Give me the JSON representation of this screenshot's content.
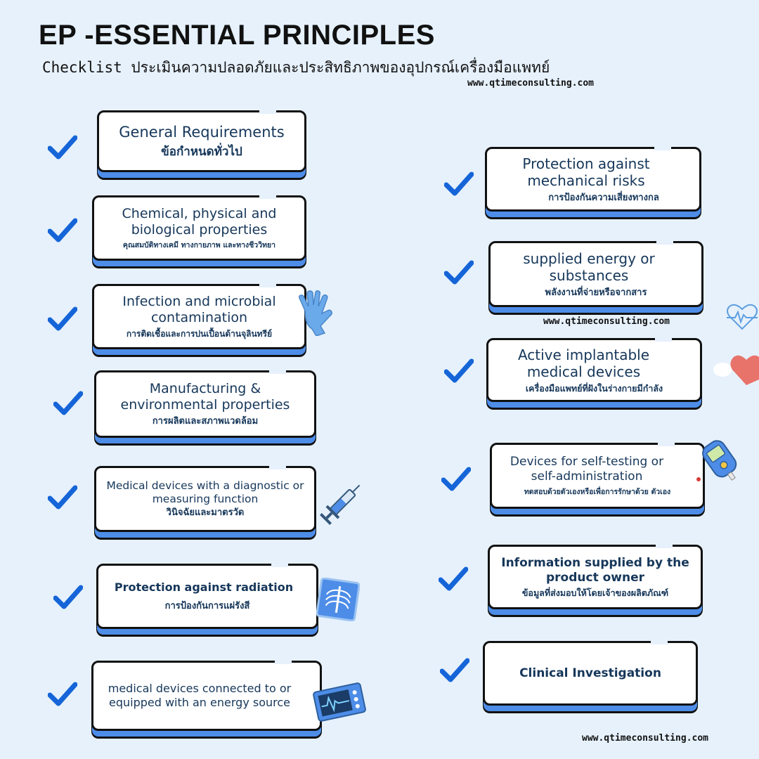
{
  "header": {
    "title": "EP -ESSENTIAL PRINCIPLES",
    "subtitle": "Checklist ประเมินความปลอดภัยและประสิทธิภาพของอุปกรณ์เครื่องมือแพทย์"
  },
  "urls": {
    "top": "www.qtimeconsulting.com",
    "middle": "www.qtimeconsulting.com",
    "bottom": "www.qtimeconsulting.com"
  },
  "left_items": [
    {
      "en": "General Requirements",
      "th": "ข้อกำหนดทั่วไป"
    },
    {
      "en": "Chemical, physical and biological properties",
      "th": "คุณสมบัติทางเคมี ทางกายภาพ และทางชีววิทยา"
    },
    {
      "en": "Infection and microbial contamination",
      "th": "การติดเชื้อและการปนเปื้อนด้านจุลินทรีย์"
    },
    {
      "en": "Manufacturing & environmental properties",
      "th": "การผลิตและสภาพแวดล้อม"
    },
    {
      "en": "Medical devices with a diagnostic or measuring function",
      "th": "วินิจฉัยและมาตรวัด"
    },
    {
      "en": "Protection against radiation",
      "th": "การป้องกันการแผ่รังสี"
    },
    {
      "en": "medical devices connected to or equipped with an energy source",
      "th": ""
    }
  ],
  "right_items": [
    {
      "en": "Protection against mechanical risks",
      "th": "การป้องกันความเสี่ยงทางกล"
    },
    {
      "en": "supplied energy or substances",
      "th": "พลังงานที่จ่ายหรือจากสาร"
    },
    {
      "en": "Active implantable medical devices",
      "th": "เครื่องมือแพทย์ที่ฝังในร่างกายมีกำลัง"
    },
    {
      "en": "Devices for self-testing or self-administration",
      "th": "ทดสอบด้วยตัวเองหรือเพื่อการรักษาด้วย ตัวเอง"
    },
    {
      "en": "Information supplied by the product owner",
      "th": "ข้อมูลที่ส่งมอบให้โดยเจ้าของผลิตภัณฑ์"
    },
    {
      "en": "Clinical Investigation",
      "th": ""
    }
  ],
  "colors": {
    "check": "#1565d8",
    "card_shadow": "#4d8de8",
    "background": "#e6f1fc"
  },
  "icons": [
    "checkmark-icon",
    "glove-icon",
    "syringe-icon",
    "xray-icon",
    "monitor-icon",
    "heart-monitor-icon",
    "heart-icon",
    "glucose-meter-icon"
  ]
}
